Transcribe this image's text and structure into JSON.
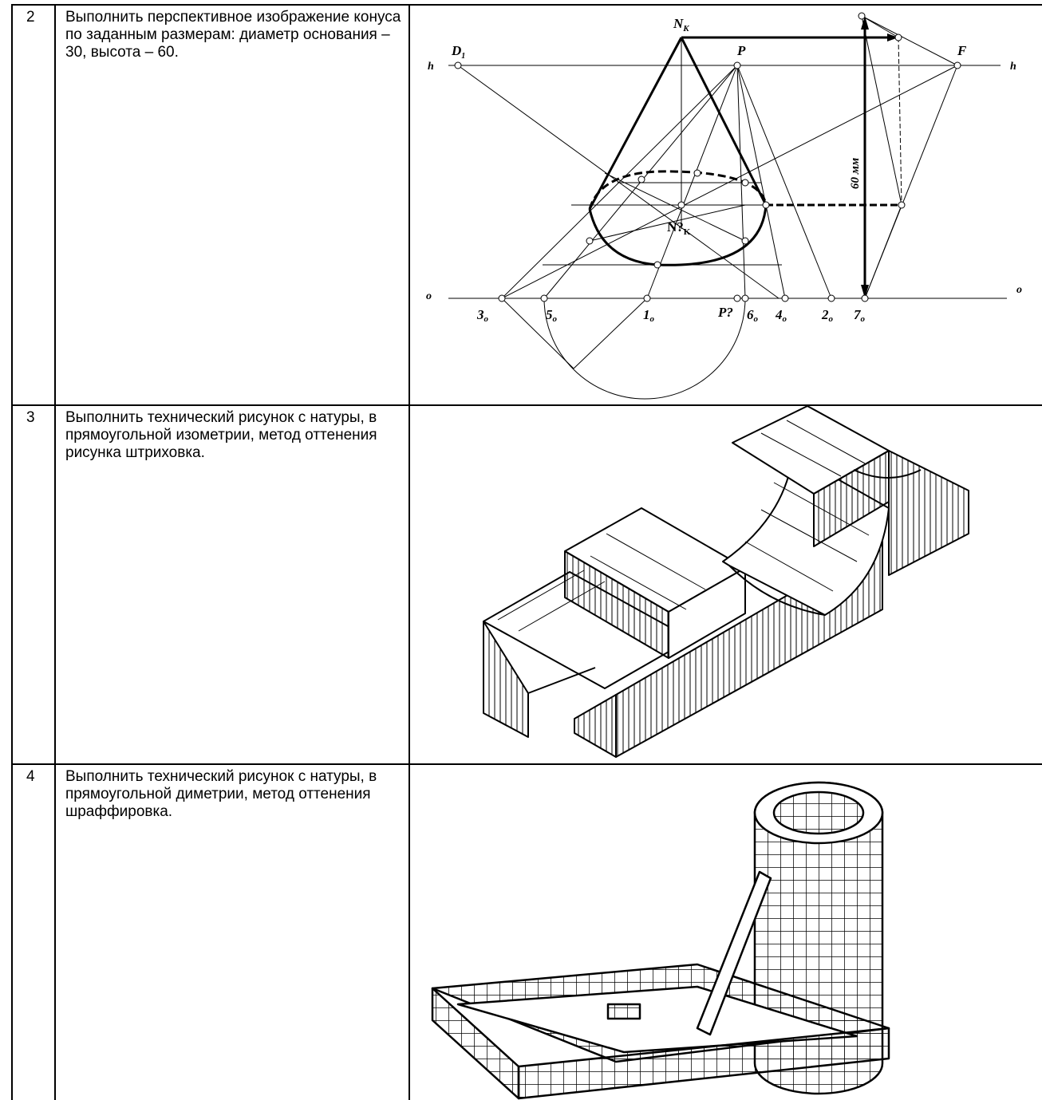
{
  "rows": [
    {
      "number": "2",
      "task": "Выполнить перспективное изображение конуса по заданным размерам: диаметр основания – 30, высота – 60.",
      "figure": {
        "labels": {
          "nk": "N",
          "nk_sub": "K",
          "d1": "D",
          "d1_sub": "1",
          "p": "P",
          "f": "F",
          "h_left": "h",
          "h_right": "h",
          "o_left": "o",
          "o_right": "o",
          "nk2": "N?",
          "nk2_sub": "K",
          "dim": "60 мм",
          "t3": "3",
          "t5": "5",
          "t1": "1",
          "tp": "P?",
          "t6": "6",
          "t4": "4",
          "t2": "2",
          "t7": "7",
          "sub_o": "o"
        }
      }
    },
    {
      "number": "3",
      "task": "Выполнить технический рисунок с натуры, в прямоугольной изометрии, метод оттенения рисунка штриховка."
    },
    {
      "number": "4",
      "task": "Выполнить технический рисунок с натуры, в прямоугольной диметрии, метод оттенения шраффировка."
    }
  ]
}
